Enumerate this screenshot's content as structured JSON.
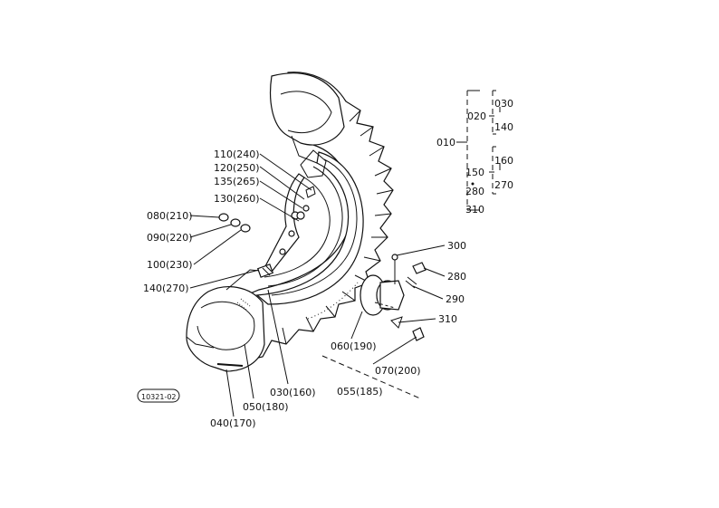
{
  "callouts": {
    "c110": "110(240)",
    "c120": "120(250)",
    "c135": "135(265)",
    "c130": "130(260)",
    "c080": "080(210)",
    "c090": "090(220)",
    "c100": "100(230)",
    "c140": "140(270)",
    "c300": "300",
    "c280": "280",
    "c290": "290",
    "c310": "310",
    "c060": "060(190)",
    "c070": "070(200)",
    "c055": "055(185)",
    "c030": "030(160)",
    "c050": "050(180)",
    "c040": "040(170)"
  },
  "tree": {
    "root": "010",
    "a": "020",
    "a1": "030",
    "a2": "140",
    "b": "150",
    "b1": "160",
    "b2": "270",
    "c1": "280",
    "c2": "310"
  },
  "ref_code": "10321-02"
}
